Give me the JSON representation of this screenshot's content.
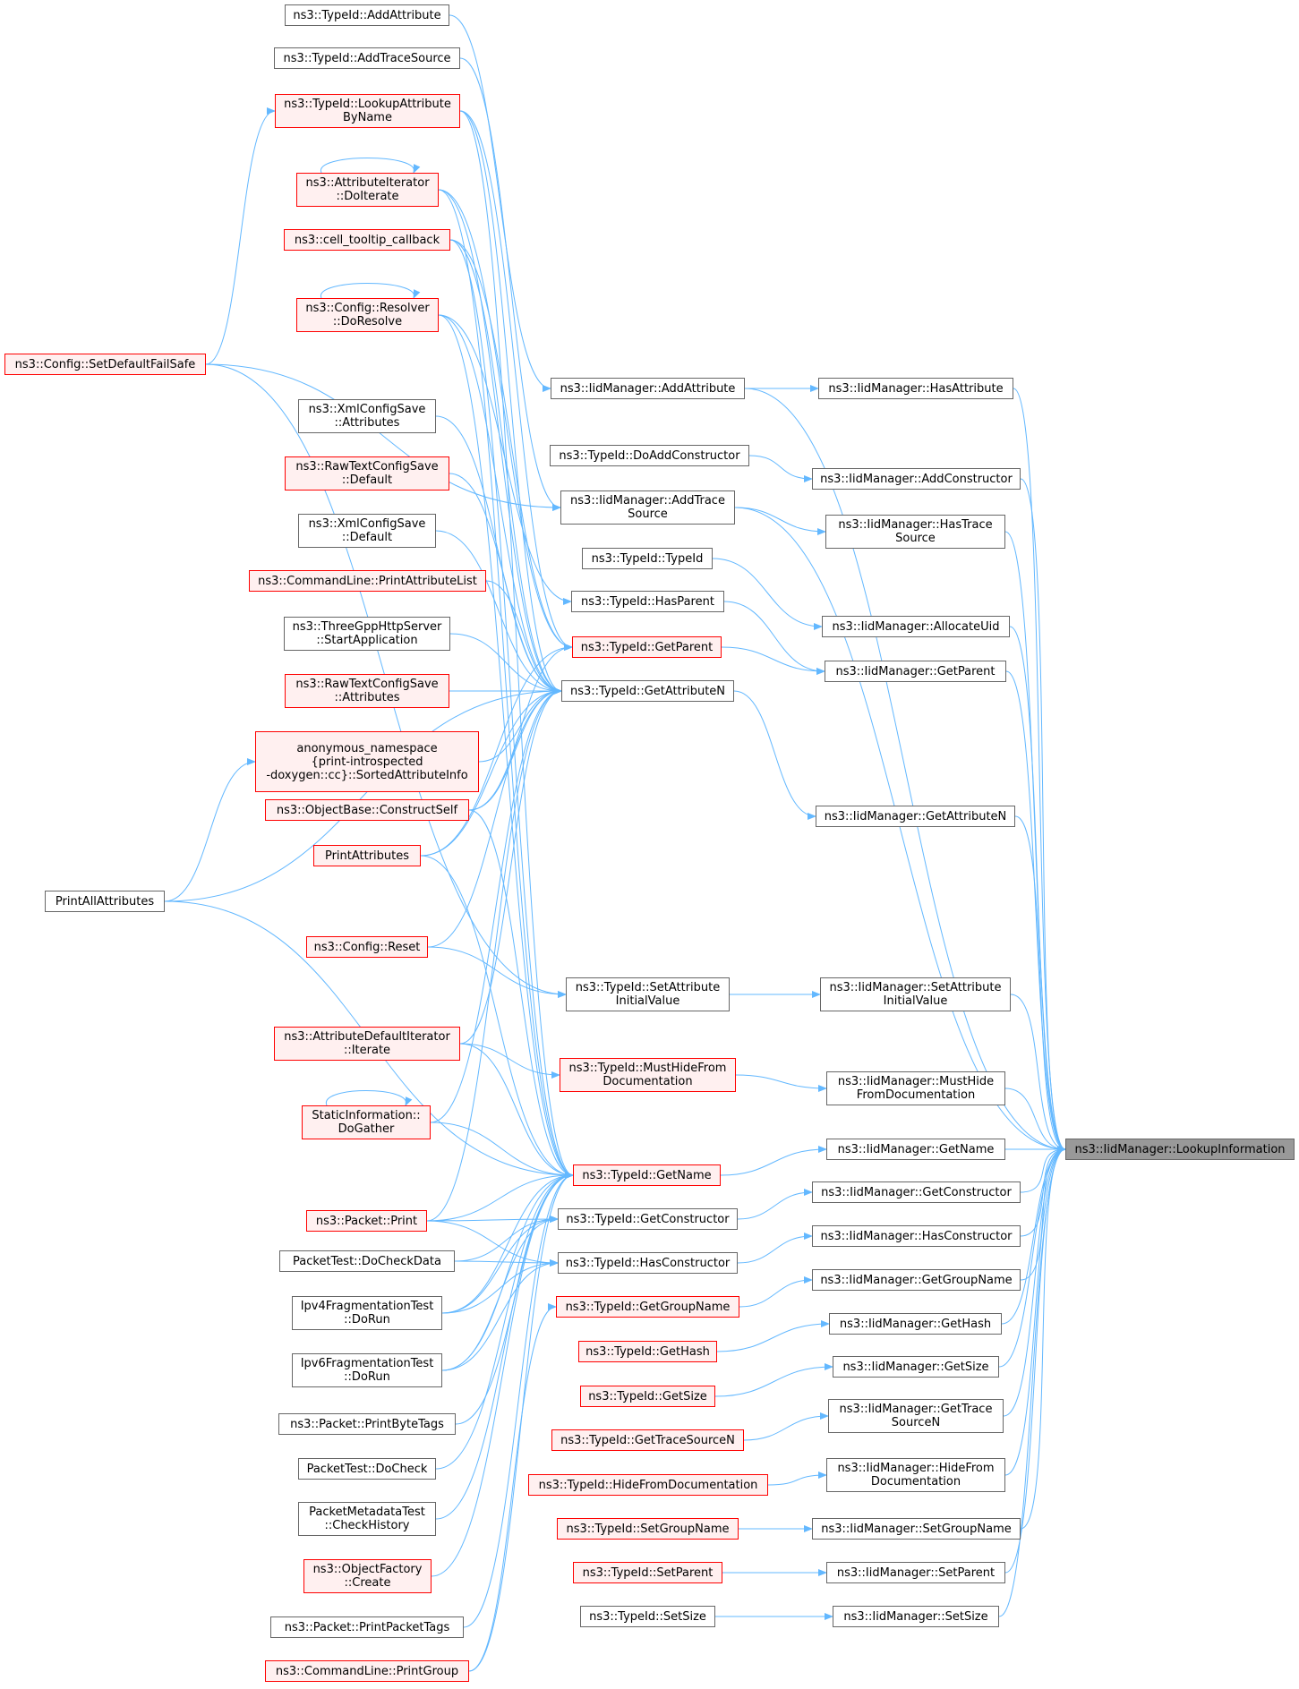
{
  "colors": {
    "edge": "#63b8ff",
    "red_border": "#ff0000",
    "red_fill": "#fff0f0",
    "normal_border": "#666666",
    "root_fill": "#999999"
  },
  "nodes": {
    "root": "ns3::IidManager::LookupInformation",
    "im_hasattribute": "ns3::IidManager::HasAttribute",
    "im_addconstructor": "ns3::IidManager::AddConstructor",
    "im_hastracesource": "ns3::IidManager::HasTrace\nSource",
    "im_allocateuid": "ns3::IidManager::AllocateUid",
    "im_getparent": "ns3::IidManager::GetParent",
    "im_getattributen": "ns3::IidManager::GetAttributeN",
    "im_setattributeinitialvalue": "ns3::IidManager::SetAttribute\nInitialValue",
    "im_musthidefromdocumentation": "ns3::IidManager::MustHide\nFromDocumentation",
    "im_getname": "ns3::IidManager::GetName",
    "im_getconstructor": "ns3::IidManager::GetConstructor",
    "im_hasconstructor": "ns3::IidManager::HasConstructor",
    "im_getgroupname": "ns3::IidManager::GetGroupName",
    "im_gethash": "ns3::IidManager::GetHash",
    "im_getsize": "ns3::IidManager::GetSize",
    "im_gettracesourcen": "ns3::IidManager::GetTrace\nSourceN",
    "im_hidefromdocumentation": "ns3::IidManager::HideFrom\nDocumentation",
    "im_setgroupname": "ns3::IidManager::SetGroupName",
    "im_setparent": "ns3::IidManager::SetParent",
    "im_setsize": "ns3::IidManager::SetSize",
    "im_addattribute": "ns3::IidManager::AddAttribute",
    "ti_doaddconstructor": "ns3::TypeId::DoAddConstructor",
    "im_addtracesource": "ns3::IidManager::AddTrace\nSource",
    "ti_typeid": "ns3::TypeId::TypeId",
    "ti_hasparent": "ns3::TypeId::HasParent",
    "ti_getparent": "ns3::TypeId::GetParent",
    "ti_getattributen": "ns3::TypeId::GetAttributeN",
    "ti_setattributeinitialvalue": "ns3::TypeId::SetAttribute\nInitialValue",
    "ti_musthidefromdocumentation": "ns3::TypeId::MustHideFrom\nDocumentation",
    "ti_getname": "ns3::TypeId::GetName",
    "ti_getconstructor": "ns3::TypeId::GetConstructor",
    "ti_hasconstructor": "ns3::TypeId::HasConstructor",
    "ti_getgroupname": "ns3::TypeId::GetGroupName",
    "ti_gethash": "ns3::TypeId::GetHash",
    "ti_getsize": "ns3::TypeId::GetSize",
    "ti_gettracesourcen": "ns3::TypeId::GetTraceSourceN",
    "ti_hidefromdocumentation": "ns3::TypeId::HideFromDocumentation",
    "ti_setgroupname": "ns3::TypeId::SetGroupName",
    "ti_setparent": "ns3::TypeId::SetParent",
    "ti_setsize": "ns3::TypeId::SetSize",
    "ti_addattribute": "ns3::TypeId::AddAttribute",
    "ti_addtracesource": "ns3::TypeId::AddTraceSource",
    "ti_lookupattributebyname": "ns3::TypeId::LookupAttribute\nByName",
    "ai_doiterate": "ns3::AttributeIterator\n::DoIterate",
    "cell_tooltip_callback": "ns3::cell_tooltip_callback",
    "cr_doresolve": "ns3::Config::Resolver\n::DoResolve",
    "xcs_attributes": "ns3::XmlConfigSave\n::Attributes",
    "rtcs_default": "ns3::RawTextConfigSave\n::Default",
    "xcs_default": "ns3::XmlConfigSave\n::Default",
    "cl_printattributelist": "ns3::CommandLine::PrintAttributeList",
    "tghs_startapplication": "ns3::ThreeGppHttpServer\n::StartApplication",
    "rtcs_attributes": "ns3::RawTextConfigSave\n::Attributes",
    "anon_sortedattributeinfo": "anonymous_namespace\n{print-introspected\n-doxygen::cc}::SortedAttributeInfo",
    "ob_constructself": "ns3::ObjectBase::ConstructSelf",
    "printattributes": "PrintAttributes",
    "config_reset": "ns3::Config::Reset",
    "adi_iterate": "ns3::AttributeDefaultIterator\n::Iterate",
    "si_dogather": "StaticInformation::\nDoGather",
    "packet_print": "ns3::Packet::Print",
    "pt_docheckdata": "PacketTest::DoCheckData",
    "ipv4_dorun": "Ipv4FragmentationTest\n::DoRun",
    "ipv6_dorun": "Ipv6FragmentationTest\n::DoRun",
    "packet_printbytetags": "ns3::Packet::PrintByteTags",
    "pt_docheck": "PacketTest::DoCheck",
    "pmt_checkhistory": "PacketMetadataTest\n::CheckHistory",
    "of_create": "ns3::ObjectFactory\n::Create",
    "packet_printpackettags": "ns3::Packet::PrintPacketTags",
    "cl_printgroup": "ns3::CommandLine::PrintGroup",
    "config_setdefaultfailsafe": "ns3::Config::SetDefaultFailSafe",
    "printallattributes": "PrintAllAttributes"
  }
}
